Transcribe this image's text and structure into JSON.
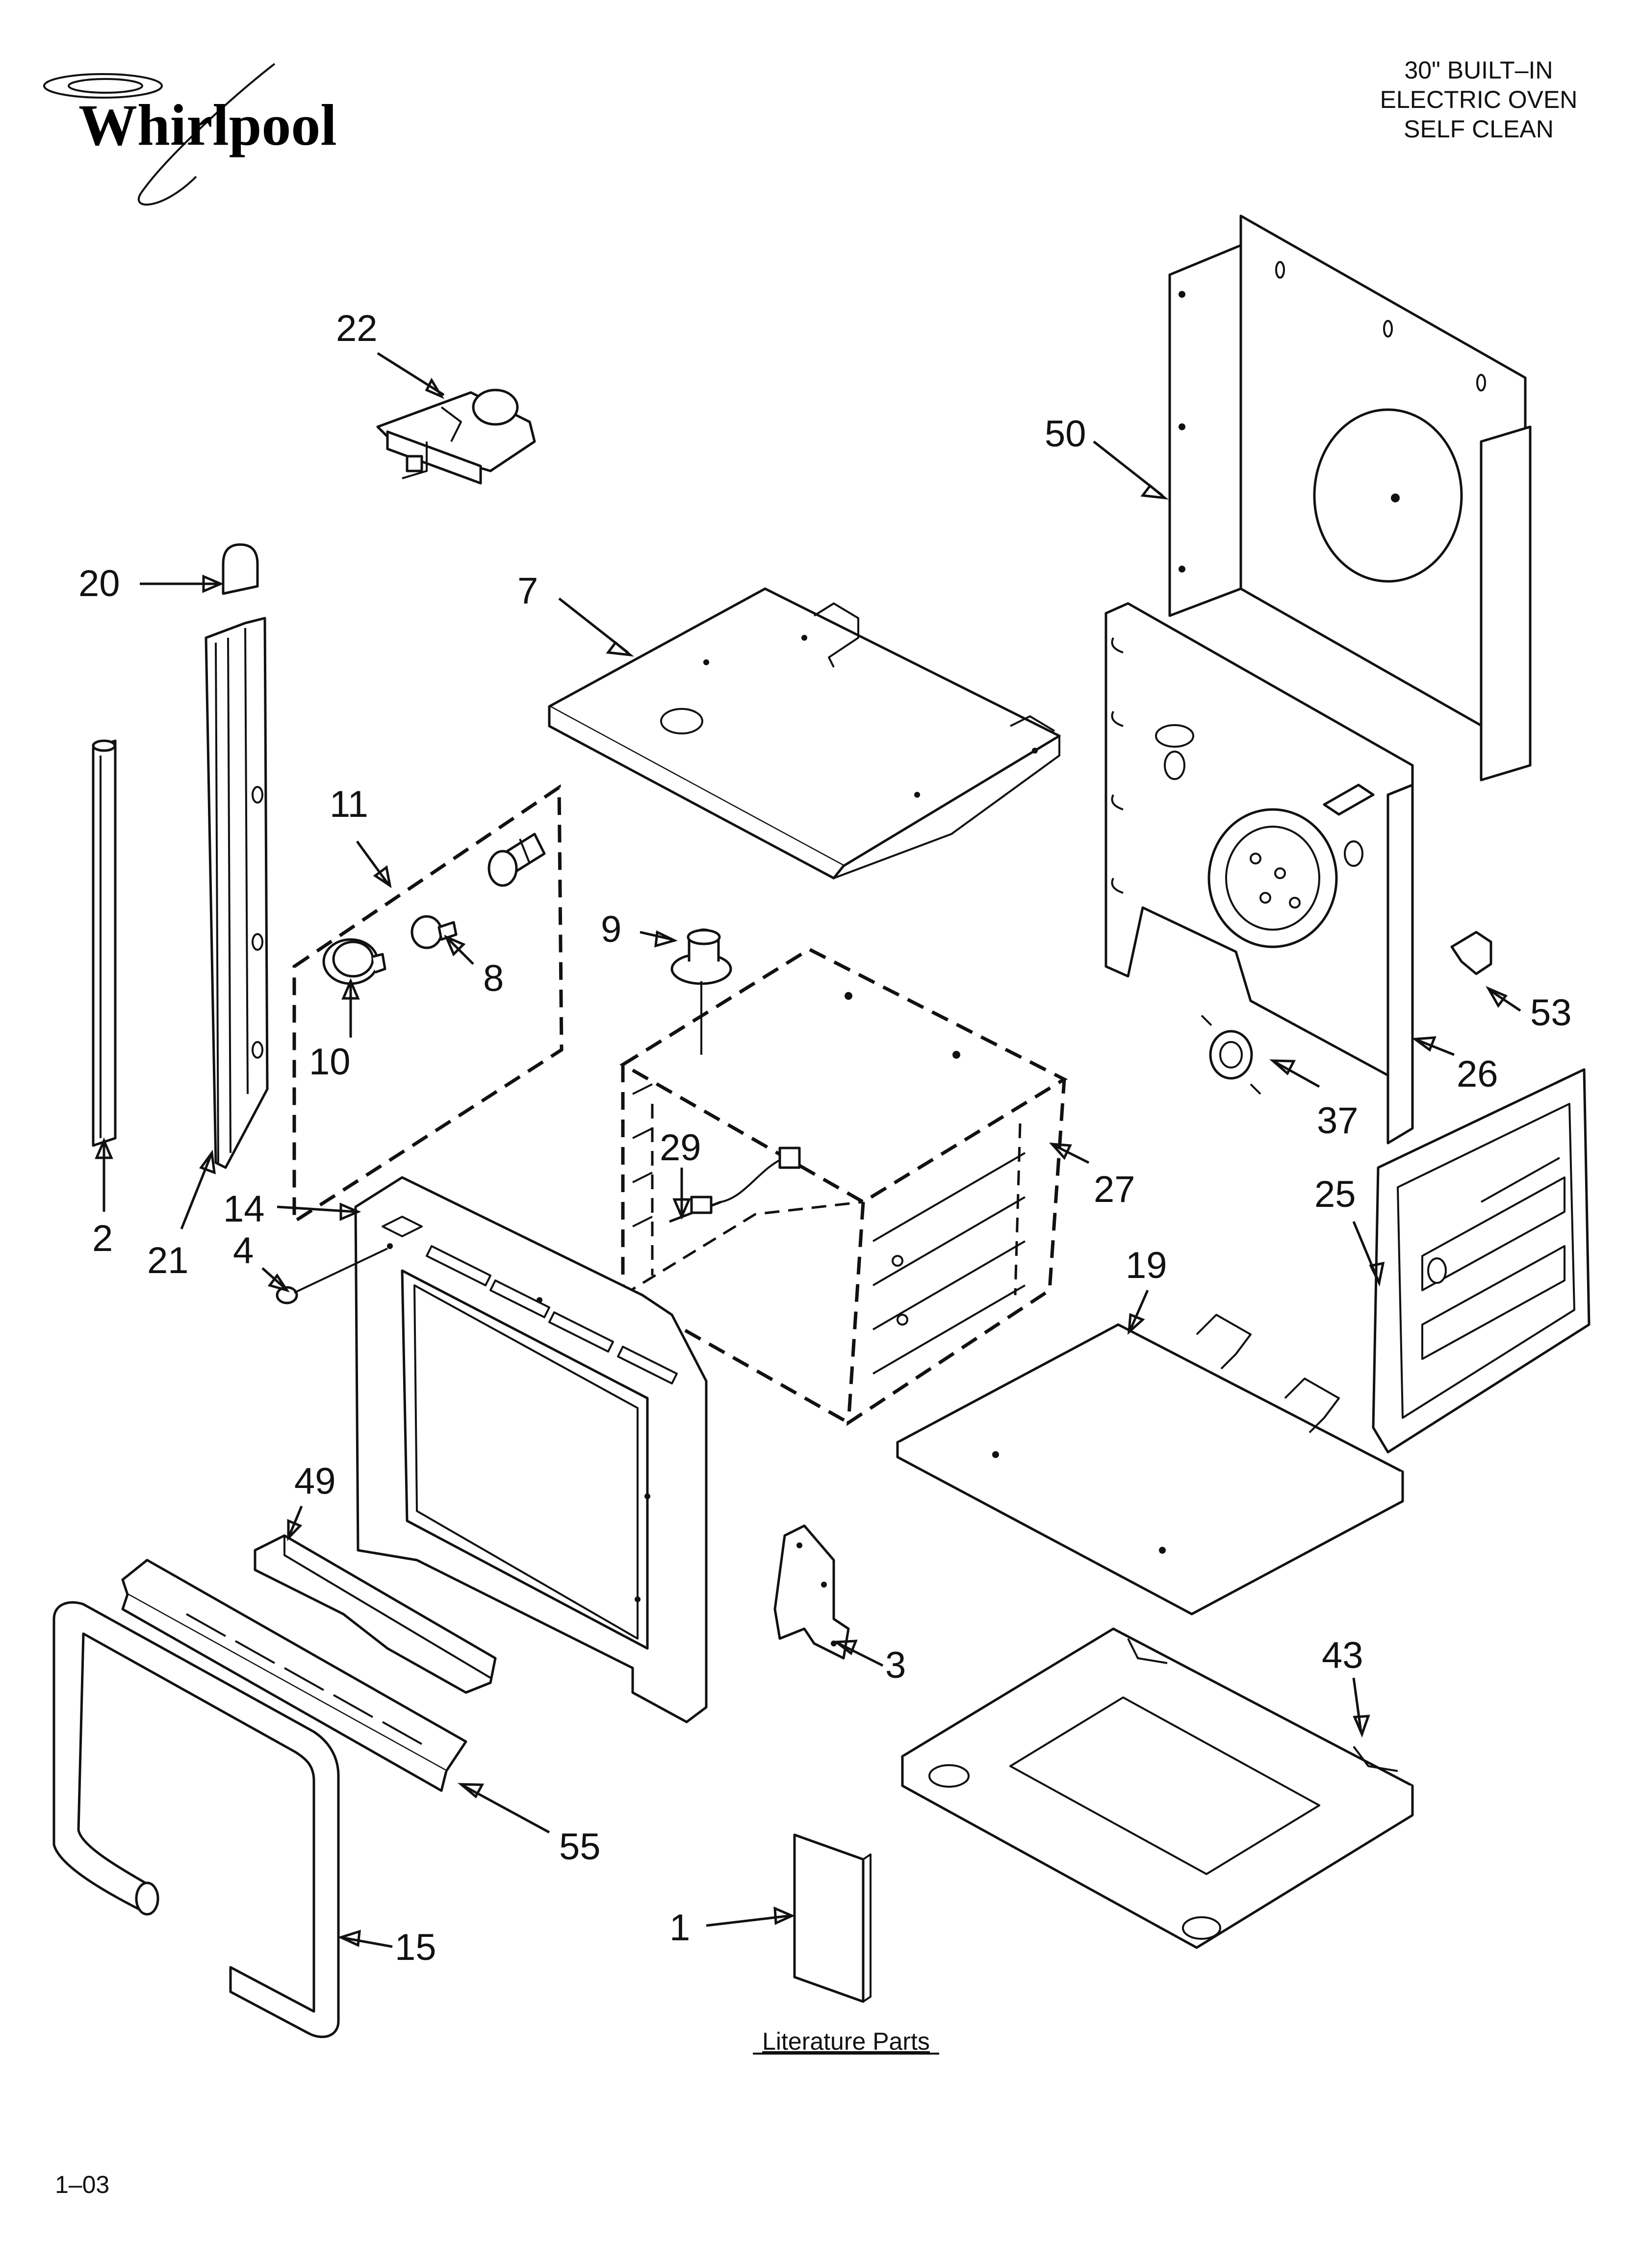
{
  "brand": {
    "name": "Whirlpool"
  },
  "header": {
    "lines": [
      "30\" BUILT–IN",
      "ELECTRIC OVEN",
      "SELF CLEAN"
    ]
  },
  "callouts": {
    "p1": "1",
    "p2": "2",
    "p3": "3",
    "p4": "4",
    "p7": "7",
    "p8": "8",
    "p9": "9",
    "p10": "10",
    "p11": "11",
    "p14": "14",
    "p15": "15",
    "p19": "19",
    "p20": "20",
    "p21": "21",
    "p22": "22",
    "p25": "25",
    "p26": "26",
    "p27": "27",
    "p29": "29",
    "p37": "37",
    "p43": "43",
    "p49": "49",
    "p50": "50",
    "p53": "53",
    "p55": "55"
  },
  "literature_label": "Literature Parts",
  "footer": {
    "date_code": "1–03"
  }
}
